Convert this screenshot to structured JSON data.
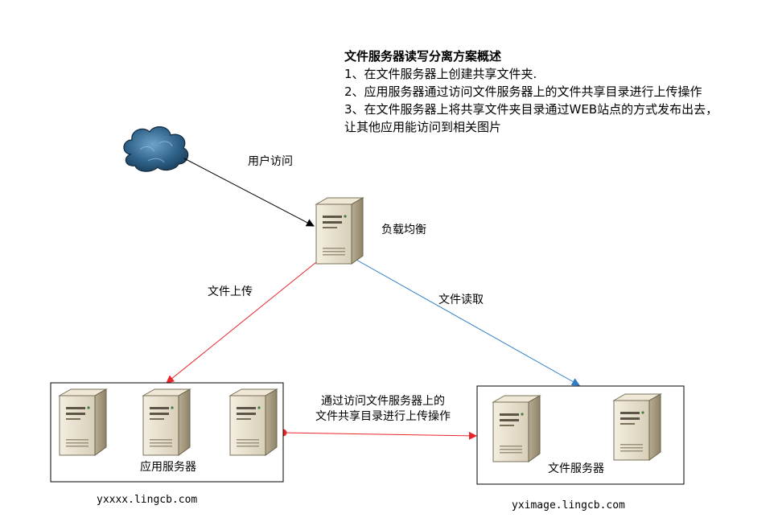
{
  "description": {
    "title": "文件服务器读写分离方案概述",
    "lines": [
      "1、在文件服务器上创建共享文件夹.",
      "2、应用服务器通过访问文件服务器上的文件共享目录进行上传操作",
      "3、在文件服务器上将共享文件夹目录通过WEB站点的方式发布出去，",
      "让其他应用能访问到相关图片"
    ]
  },
  "edges": {
    "user_access": "用户访问",
    "file_upload": "文件上传",
    "file_read": "文件读取",
    "share_upload_line1": "通过访问文件服务器上的",
    "share_upload_line2": "文件共享目录进行上传操作"
  },
  "nodes": {
    "load_balancer": "负载均衡",
    "app_servers": "应用服务器",
    "file_servers": "文件服务器"
  },
  "domains": {
    "app": "yxxxx.lingcb.com",
    "file": "yximage.lingcb.com"
  },
  "colors": {
    "user_edge": "#000000",
    "upload_edge": "#e8262a",
    "read_edge": "#2e7dc6",
    "cloud": "#2d5f86"
  },
  "icons": [
    "cloud-icon",
    "server-icon"
  ]
}
